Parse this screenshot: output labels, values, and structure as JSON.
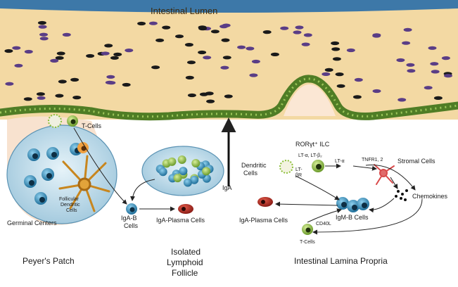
{
  "diagram": {
    "lumen_label": "Intestinal Lumen",
    "cells": {
      "t_cells_top": "T-Cells",
      "follicular_dc": [
        "Follicular",
        "Dendritic",
        "Cells"
      ],
      "germinal_centers": "Germinal Centers",
      "iga_b": [
        "IgA-B",
        "Cells"
      ],
      "iga_plasma_left": "IgA-Plasma Cells",
      "iga_plasma_mid": "IgA-Plasma Cells",
      "iga": "IgA",
      "dendritic": [
        "Dendritic",
        "Cells"
      ],
      "ror_ilc": "RORγt⁺ ILC",
      "lt_top": "LT-α, LT-β₂",
      "lt_beta_r": [
        "LT-",
        "βR"
      ],
      "lt_alpha": "LT-α",
      "tnfr": "TNFR1, 2",
      "stromal": "Stromal Cells",
      "chemokines": "Chemokines",
      "igm_b": "IgM-B Cells",
      "cd40l": "CD40L",
      "t_cells_bottom": "T-Cells"
    },
    "regions": {
      "peyers_patch": "Peyer's Patch",
      "ilf": [
        "Isolated",
        "Lymphoid",
        "Follicle"
      ],
      "lamina_propria": "Intestinal Lamina Propria"
    },
    "colors": {
      "lumen": "#f3d9a3",
      "epithelium": "#5a8a2c",
      "patch": "#f8e2cf",
      "follicle": "#cfe4ef",
      "b_cell": "#3a8fb9",
      "plasma": "#b0302a",
      "iga": "#e05050",
      "bacteria_dark": "#1a1a1a",
      "bacteria_purple": "#5a3d86"
    }
  }
}
